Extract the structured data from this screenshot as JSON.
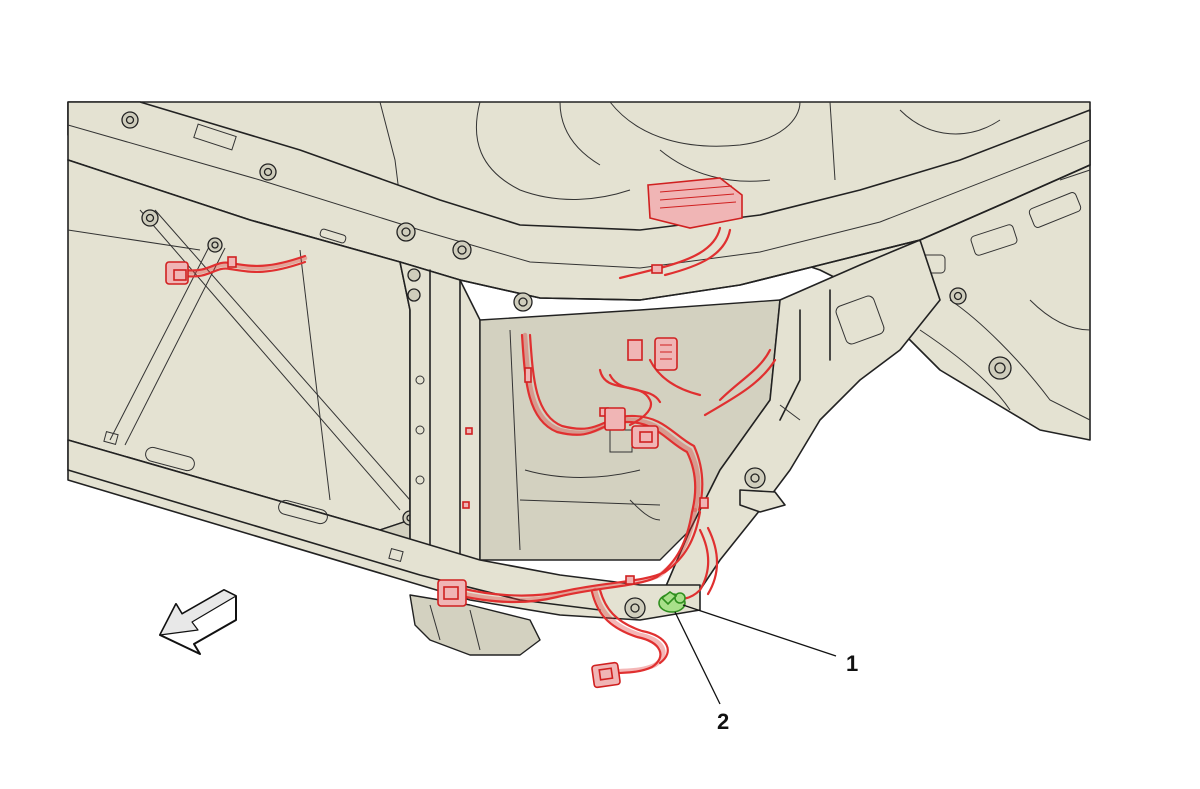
{
  "callouts": [
    {
      "id": "1",
      "label": "1"
    },
    {
      "id": "2",
      "label": "2"
    }
  ],
  "colors": {
    "body": "#e4e2d2",
    "outline": "#222222",
    "harness": "#e03030",
    "ground_stud": "#a8e08a"
  },
  "icons": {
    "direction_arrow": "front-direction-arrow-icon"
  }
}
